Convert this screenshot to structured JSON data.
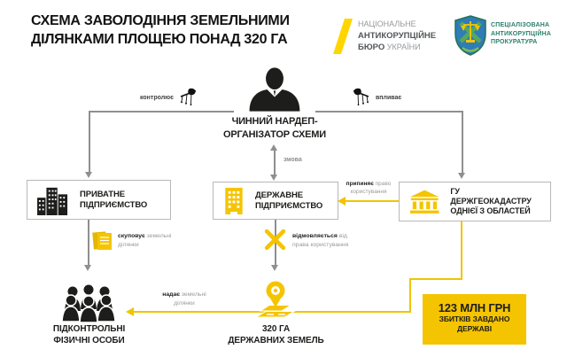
{
  "title": {
    "line1": "СХЕМА ЗАВОЛОДІННЯ ЗЕМЕЛЬНИМИ",
    "line2": "ДІЛЯНКАМИ ПЛОЩЕЮ ПОНАД 320 ГА"
  },
  "logos": {
    "nabu": {
      "line1": "НАЦІОНАЛЬНЕ",
      "line2": "АНТИКОРУПЦІЙНЕ",
      "line3_bold": "БЮРО",
      "line3_rest": "УКРАЇНИ"
    },
    "sap": {
      "line1": "СПЕЦІАЛІЗОВАНА",
      "line2": "АНТИКОРУПЦІЙНА",
      "line3": "ПРОКУРАТУРА"
    }
  },
  "organizer": {
    "line1": "ЧИННИЙ НАРДЕП-",
    "line2": "ОРГАНІЗАТОР СХЕМИ"
  },
  "boxes": {
    "private": {
      "line1": "ПРИВАТНЕ",
      "line2": "ПІДПРИЄМСТВО"
    },
    "state": {
      "line1": "ДЕРЖАВНЕ",
      "line2": "ПІДПРИЄМСТВО"
    },
    "geo": {
      "line1": "ГУ ДЕРЖГЕОКАДАСТРУ",
      "line2": "ОДНІЄЇ З ОБЛАСТЕЙ"
    }
  },
  "bottom": {
    "persons": {
      "line1": "ПІДКОНТРОЛЬНІ",
      "line2": "ФІЗИЧНІ ОСОБИ"
    },
    "lands": {
      "line1": "320 ГА",
      "line2": "ДЕРЖАВНИХ ЗЕМЕЛЬ"
    },
    "damages": {
      "line1": "123 МЛН ГРН",
      "line2": "ЗБИТКІВ ЗАВДАНО",
      "line3": "ДЕРЖАВІ"
    }
  },
  "edges": {
    "controls": "контролює",
    "influences": "впливає",
    "conspiracy": "змова",
    "terminates": {
      "bold": "припиняє",
      "rest1": "право",
      "rest2": "користування"
    },
    "buys": {
      "bold": "скуповує",
      "rest1": "земельні",
      "rest2": "ділянки"
    },
    "refuses": {
      "bold": "відмовляється",
      "rest1": "від",
      "rest2": "права користування"
    },
    "grants": {
      "bold": "надає",
      "rest1": "земельні",
      "rest2": "ділянки"
    }
  },
  "colors": {
    "yellow": "#F5C400",
    "nabu_yellow": "#FFD500",
    "line_gray": "#8F8F8F",
    "sap_teal": "#2A7F6B",
    "black": "#1D1D1B"
  }
}
